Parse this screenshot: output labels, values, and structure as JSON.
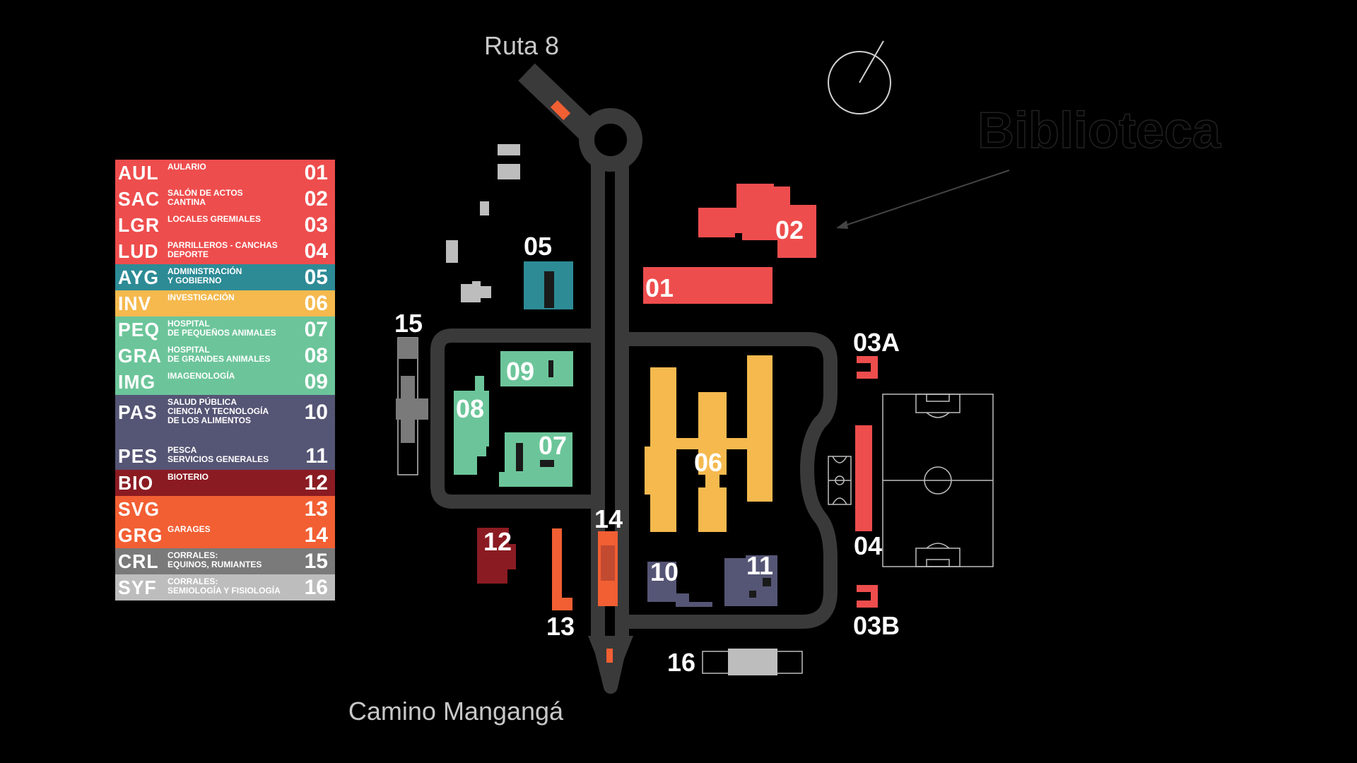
{
  "roads": {
    "top": "Ruta 8",
    "bottom": "Camino Mangangá"
  },
  "annotation": {
    "text": "Biblioteca"
  },
  "compass_icon": "compass-icon",
  "colors": {
    "background": "#000000",
    "road": "#3a3a3a",
    "red": "#ee4d4d",
    "teal": "#2d8b96",
    "yellow": "#f5b94e",
    "green": "#6cc59a",
    "purple": "#555575",
    "darkred": "#8b1b22",
    "orange": "#f25f33",
    "gray": "#7a7a7a",
    "lightgray": "#bdbdbd"
  },
  "legend": [
    {
      "code": "AUL",
      "desc": "AULARIO",
      "num": "01",
      "color": "#ee4d4d"
    },
    {
      "code": "SAC",
      "desc": "SALÓN DE ACTOS\nCANTINA",
      "num": "02",
      "color": "#ee4d4d"
    },
    {
      "code": "LGR",
      "desc": "LOCALES GREMIALES",
      "num": "03",
      "color": "#ee4d4d"
    },
    {
      "code": "LUD",
      "desc": "PARRILLEROS - CANCHAS\nDEPORTE",
      "num": "04",
      "color": "#ee4d4d"
    },
    {
      "code": "AYG",
      "desc": "ADMINISTRACIÓN\nY GOBIERNO",
      "num": "05",
      "color": "#2d8b96"
    },
    {
      "code": "INV",
      "desc": "INVESTIGACIÓN",
      "num": "06",
      "color": "#f5b94e"
    },
    {
      "code": "PEQ",
      "desc": "HOSPITAL\nDE PEQUEÑOS ANIMALES",
      "num": "07",
      "color": "#6cc59a"
    },
    {
      "code": "GRA",
      "desc": "HOSPITAL\nDE GRANDES ANIMALES",
      "num": "08",
      "color": "#6cc59a"
    },
    {
      "code": "IMG",
      "desc": "IMAGENOLOGÍA",
      "num": "09",
      "color": "#6cc59a"
    },
    {
      "code": "PAS",
      "desc": "SALUD PÚBLICA\nCIENCIA Y TECNOLOGÍA\nDE LOS ALIMENTOS",
      "num": "10",
      "color": "#555575"
    },
    {
      "code": "PES",
      "desc": "PESCA\nSERVICIOS GENERALES",
      "num": "11",
      "color": "#555575"
    },
    {
      "code": "BIO",
      "desc": "BIOTERIO",
      "num": "12",
      "color": "#8b1b22"
    },
    {
      "code": "SVG",
      "desc": "",
      "num": "13",
      "color": "#f25f33"
    },
    {
      "code": "GRG",
      "desc": "GARAGES",
      "num": "14",
      "color": "#f25f33"
    },
    {
      "code": "CRL",
      "desc": "CORRALES:\nEQUINOS, RUMIANTES",
      "num": "15",
      "color": "#7a7a7a"
    },
    {
      "code": "SYF",
      "desc": "CORRALES:\nSEMIOLOGÍA Y FISIOLOGÍA",
      "num": "16",
      "color": "#bdbdbd"
    }
  ],
  "map_labels": {
    "b01": "01",
    "b02": "02",
    "b03a": "03A",
    "b03b": "03B",
    "b04": "04",
    "b05": "05",
    "b06": "06",
    "b07": "07",
    "b08": "08",
    "b09": "09",
    "b10": "10",
    "b11": "11",
    "b12": "12",
    "b13": "13",
    "b14": "14",
    "b15": "15",
    "b16": "16"
  }
}
